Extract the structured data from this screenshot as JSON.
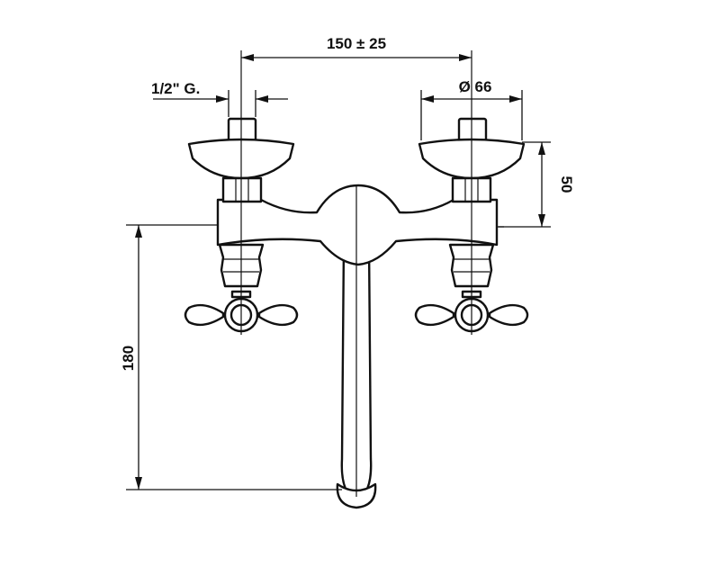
{
  "dimensions": {
    "center_distance": "150 ± 25",
    "thread": "1/2\" G.",
    "flange_diameter": "Ø 66",
    "height_above_axis": "50",
    "spout_drop": "180"
  },
  "colors": {
    "line": "#111111",
    "background": "#ffffff"
  }
}
